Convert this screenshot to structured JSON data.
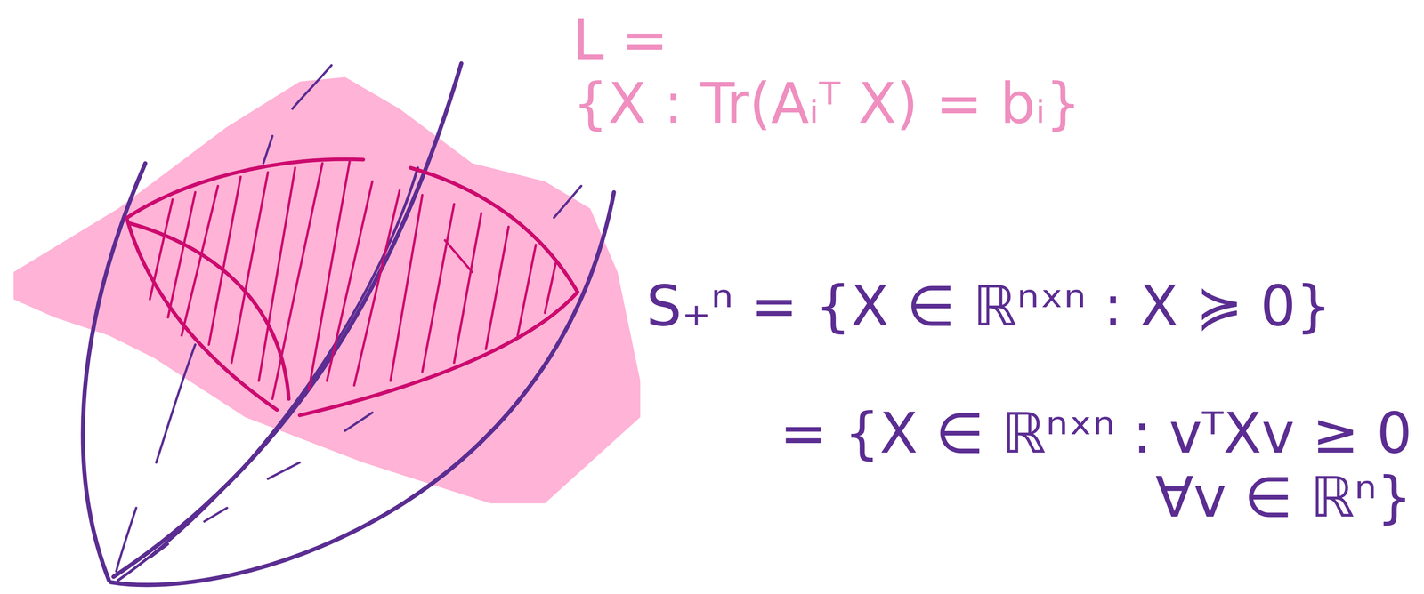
{
  "diagram": {
    "labels": [
      "L =",
      "{X : Tr(Aᵢᵀ X) = bᵢ}",
      "S₊ⁿ = {X ∈ ℝⁿˣⁿ : X ≽ 0}",
      "= {X ∈ ℝⁿˣⁿ : vᵀXv ≥ 0 ∀v ∈ ℝⁿ}"
    ]
  }
}
